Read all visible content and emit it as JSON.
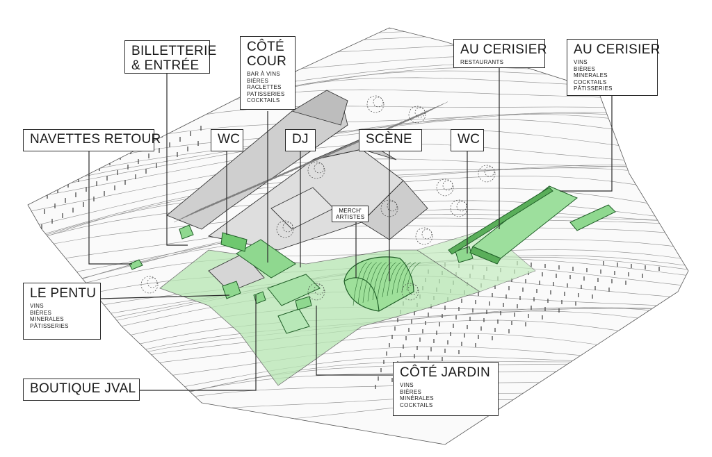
{
  "labels": {
    "billetterie": {
      "line1": "BILLETTERIE",
      "line2": "& ENTRÉE"
    },
    "cote_cour": {
      "line1": "CÔTÉ",
      "line2": "COUR",
      "items": [
        "BAR À VINS",
        "BIÈRES",
        "RACLETTES",
        "PATISSERIES",
        "COCKTAILS"
      ]
    },
    "au_cerisier_restaurants": {
      "title": "AU CERISIER",
      "items": [
        "RESTAURANTS"
      ]
    },
    "au_cerisier_bar": {
      "title": "AU CERISIER",
      "items": [
        "VINS",
        "BIÈRES",
        "MINERALES",
        "COCKTAILS",
        "PÂTISSERIES"
      ]
    },
    "navettes_retour": {
      "title": "NAVETTES RETOUR"
    },
    "wc_left": {
      "title": "WC"
    },
    "dj": {
      "title": "DJ"
    },
    "scene": {
      "title": "SCÈNE"
    },
    "wc_right": {
      "title": "WC"
    },
    "merch": {
      "line1": "MERCH'",
      "line2": "ARTISTES"
    },
    "le_pentu": {
      "title": "LE PENTU",
      "items": [
        "VINS",
        "BIÈRES",
        "MINERALES",
        "PÂTISSERIES"
      ]
    },
    "boutique": {
      "title": "BOUTIQUE JVAL"
    },
    "cote_jardin": {
      "title": "CÔTÉ JARDIN",
      "items": [
        "VINS",
        "BIÈRES",
        "MINÉRALES",
        "COCKTAILS"
      ]
    }
  },
  "colors": {
    "accent_green": "#8fd88f",
    "dark_green": "#2f8a3a",
    "line": "#2a2a2a"
  }
}
